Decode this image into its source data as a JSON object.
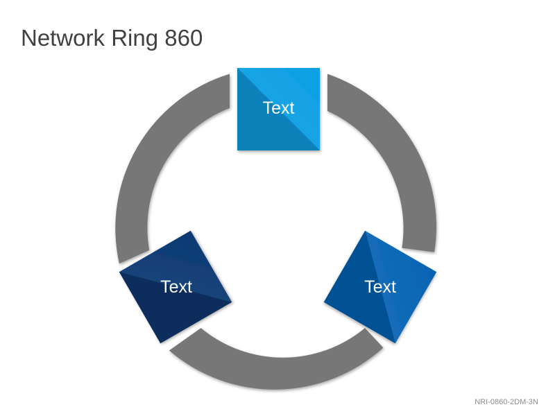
{
  "title": "Network Ring 860",
  "nodes": [
    {
      "label": "Text",
      "color": "#0b9fe3"
    },
    {
      "label": "Text",
      "color": "#0563b4"
    },
    {
      "label": "Text",
      "color": "#0a3871"
    }
  ],
  "ring_color": "#777777",
  "footer_code": "NRI-0860-2DM-3N"
}
